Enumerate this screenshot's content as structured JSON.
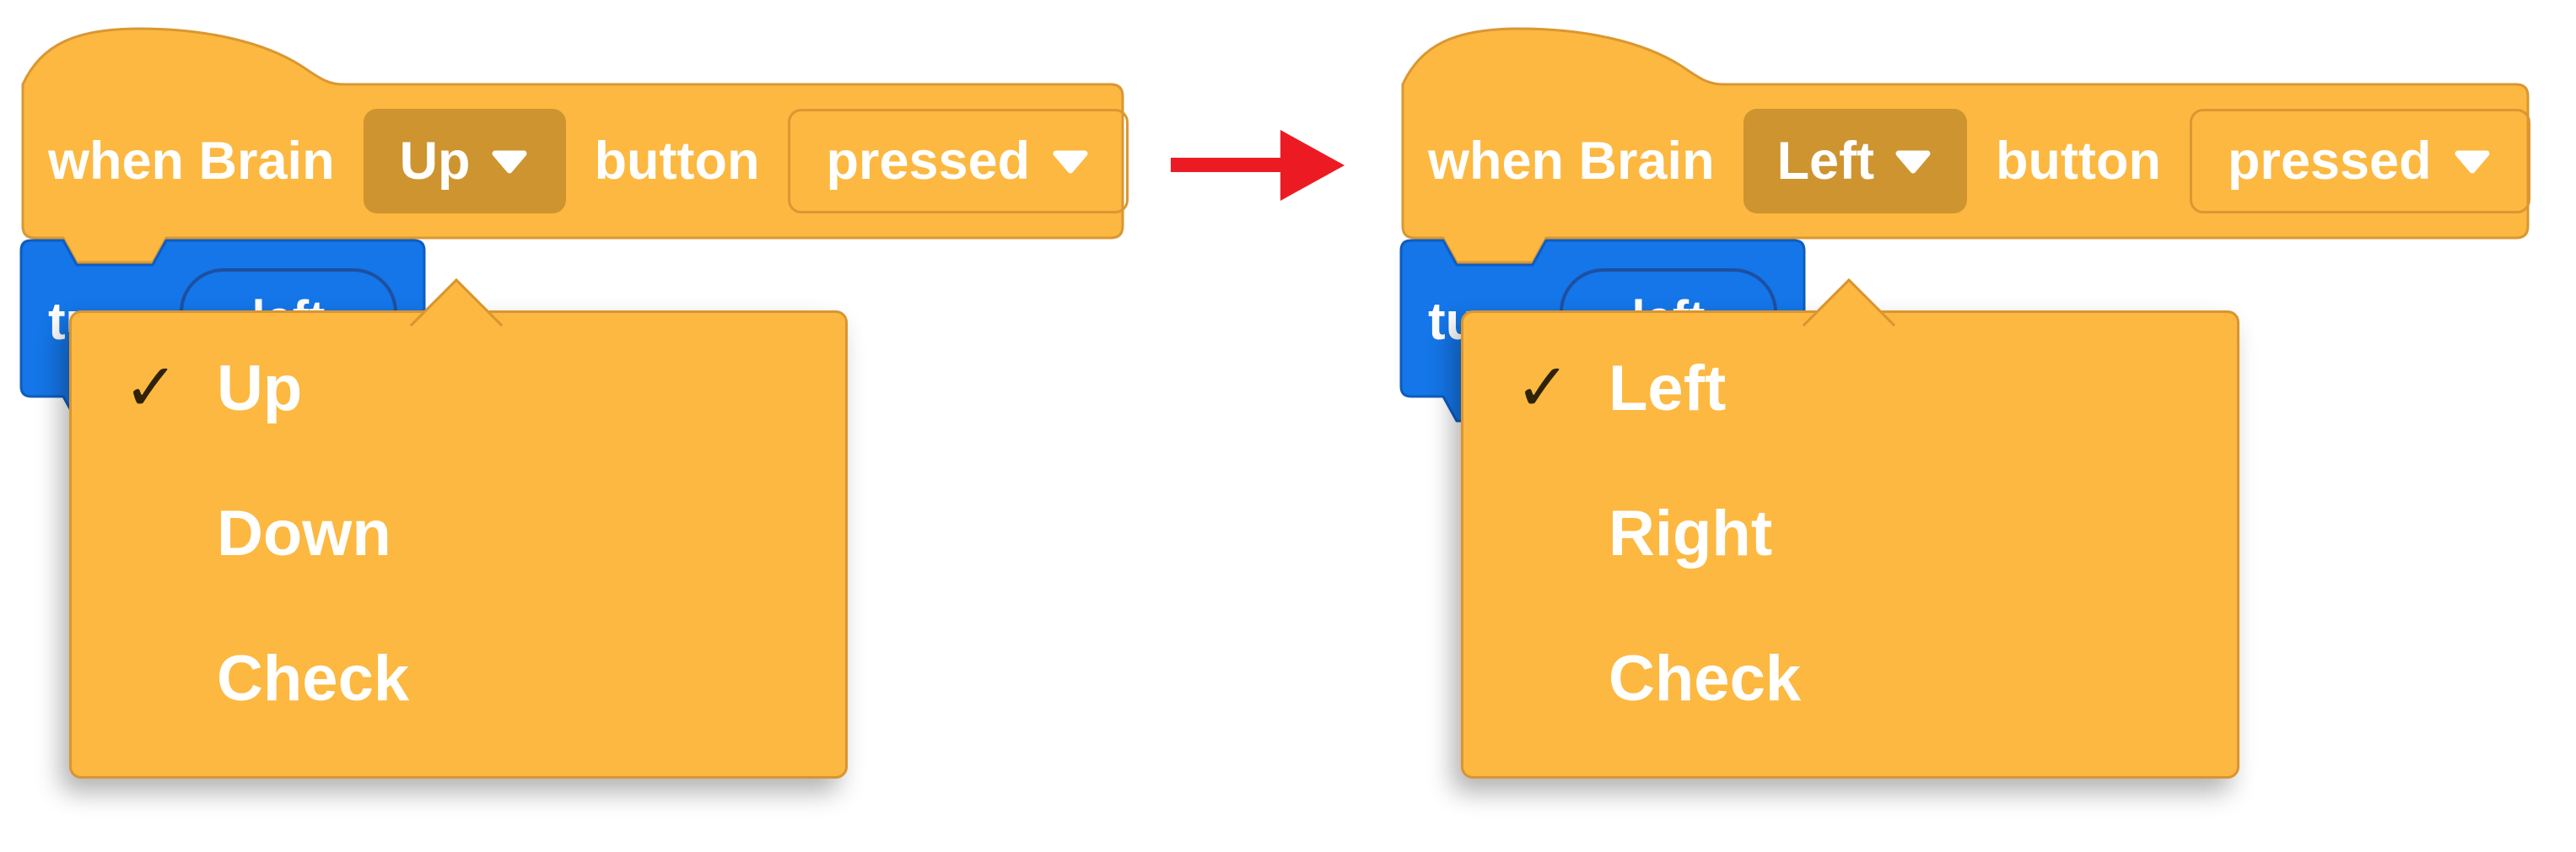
{
  "colors": {
    "block_orange": "#FCB840",
    "block_border": "#DA9732",
    "field_dark": "#CE9430",
    "menu_bg": "#FCB840",
    "menu_border": "#D99530",
    "blue_block": "#1476E8",
    "blue_border": "#0F5CC0",
    "oval_border": "#1E4FA1",
    "arrow_red": "#EC1B23",
    "check_color": "#2F2208",
    "text_white": "#FFFFFF"
  },
  "check_glyph": "✓",
  "panels": {
    "before": {
      "hat": {
        "when_label": "when Brain",
        "button_value": "Up",
        "button_label": "button",
        "state_value": "pressed"
      },
      "turn_block": {
        "label": "turn",
        "param_value": "left"
      },
      "menu": {
        "items": [
          {
            "label": "Up",
            "checked": true
          },
          {
            "label": "Down",
            "checked": false
          },
          {
            "label": "Check",
            "checked": false
          }
        ]
      }
    },
    "after": {
      "hat": {
        "when_label": "when Brain",
        "button_value": "Left",
        "button_label": "button",
        "state_value": "pressed"
      },
      "turn_block": {
        "label": "turn",
        "param_value": "left"
      },
      "menu": {
        "items": [
          {
            "label": "Left",
            "checked": true
          },
          {
            "label": "Right",
            "checked": false
          },
          {
            "label": "Check",
            "checked": false
          }
        ]
      }
    }
  }
}
